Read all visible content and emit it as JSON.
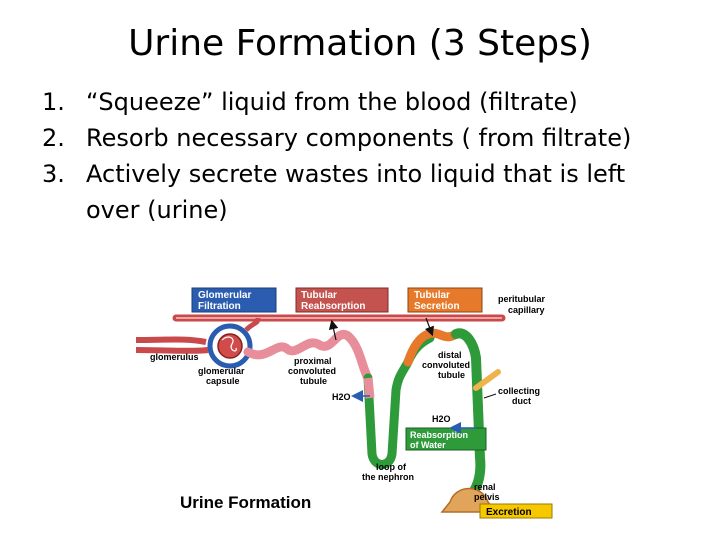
{
  "slide": {
    "title": "Urine Formation (3 Steps)",
    "steps": [
      {
        "number": "1.",
        "text": "“Squeeze” liquid from the blood (filtrate)"
      },
      {
        "number": "2.",
        "text": "Resorb necessary components ( from filtrate)"
      },
      {
        "number": "3.",
        "text": "Actively secrete wastes into liquid that is left over (urine)"
      }
    ]
  },
  "diagram": {
    "title": "Urine Formation",
    "headers": {
      "glomerular_filtration": [
        "Glomerular",
        "Filtration"
      ],
      "tubular_reabsorption": [
        "Tubular",
        "Reabsorption"
      ],
      "tubular_secretion": [
        "Tubular",
        "Secretion"
      ]
    },
    "labels": {
      "peritubular_capillary": [
        "peritubular",
        "capillary"
      ],
      "glomerulus": "glomerulus",
      "glomerular_capsule": [
        "glomerular",
        "capsule"
      ],
      "proximal_tubule": [
        "proximal",
        "convoluted",
        "tubule"
      ],
      "distal_tubule": [
        "distal",
        "convoluted",
        "tubule"
      ],
      "collecting_duct": [
        "collecting",
        "duct"
      ],
      "water_left": "H2O",
      "water_right": "H2O",
      "loop_of_nephron": [
        "loop of",
        "the nephron"
      ],
      "renal_pelvis": [
        "renal",
        "pelvis"
      ],
      "reabsorption_of_water": [
        "Reabsorption",
        "of Water"
      ],
      "excretion": "Excretion"
    },
    "colors": {
      "filtration": "#2a5db0",
      "reabsorption": "#c4534f",
      "secretion": "#e6792a",
      "water": "#2e9a3a",
      "excretion": "#f5c800",
      "capillary": "#c94a4a",
      "tubule": "#e88d9a"
    }
  }
}
